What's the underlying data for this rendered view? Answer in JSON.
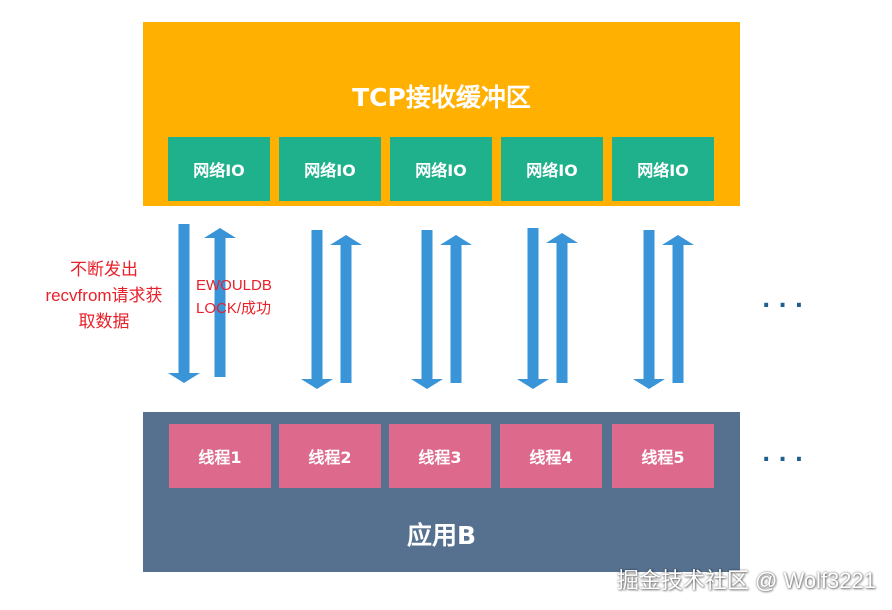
{
  "tcp_buffer": {
    "title": "TCP接收缓冲区",
    "io_boxes": [
      "网络IO",
      "网络IO",
      "网络IO",
      "网络IO",
      "网络IO"
    ]
  },
  "app": {
    "title": "应用B",
    "threads": [
      "线程1",
      "线程2",
      "线程3",
      "线程4",
      "线程5"
    ]
  },
  "annotations": {
    "request": "不断发出\nrecvfrom请求获\n取数据",
    "response": "EWOULDB\nLOCK/成功"
  },
  "ellipsis": "...",
  "watermark": "掘金技术社区 @ Wolf3221",
  "colors": {
    "tcp_panel": "#FFB000",
    "io_box": "#1FB08C",
    "app_panel": "#56708F",
    "thread_box": "#DD6A8D",
    "arrow": "#3A94D8",
    "annotation": "#E8202A"
  }
}
